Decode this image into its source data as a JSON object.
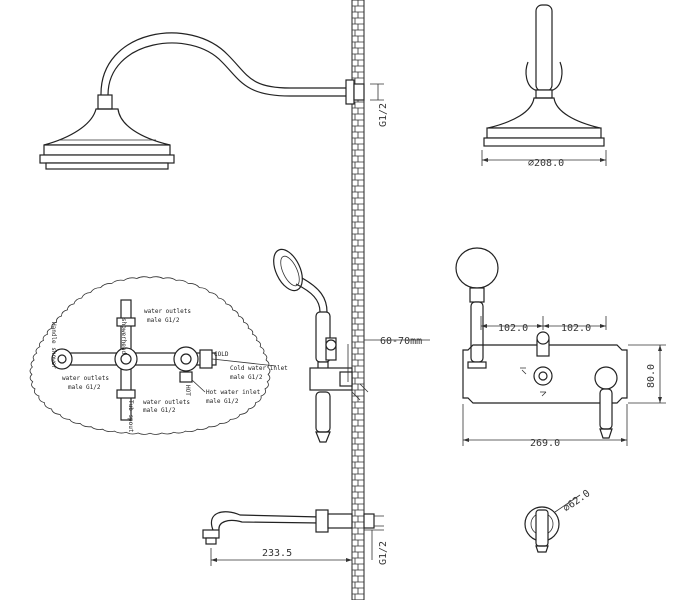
{
  "dimensions": {
    "head_diameter": "⌀208.0",
    "thread_top": "G1/2",
    "wall_distance": "60-70mm",
    "spacing_left": "102.0",
    "spacing_right": "102.0",
    "plate_height": "80.0",
    "total_width": "269.0",
    "spout_length": "233.5",
    "thread_bottom": "G1/2",
    "handle_diameter": "⌀62.0"
  },
  "callout": {
    "shower_head": "showerhead",
    "water_outlets_top": "water outlets",
    "male_top": "male G1/2",
    "handle_shower": "Handle shower",
    "water_outlets_left": "water outlets",
    "male_left": "male G1/2",
    "tub_spout": "Tub spout",
    "water_outlets_bottom": "water outlets",
    "male_bottom": "male G1/2",
    "cold": "COLD",
    "cold_inlet": "Cold water inlet",
    "male_cold": "male G1/2",
    "hot": "HOT",
    "hot_inlet": "Hot water inlet",
    "male_hot": "male G1/2"
  }
}
